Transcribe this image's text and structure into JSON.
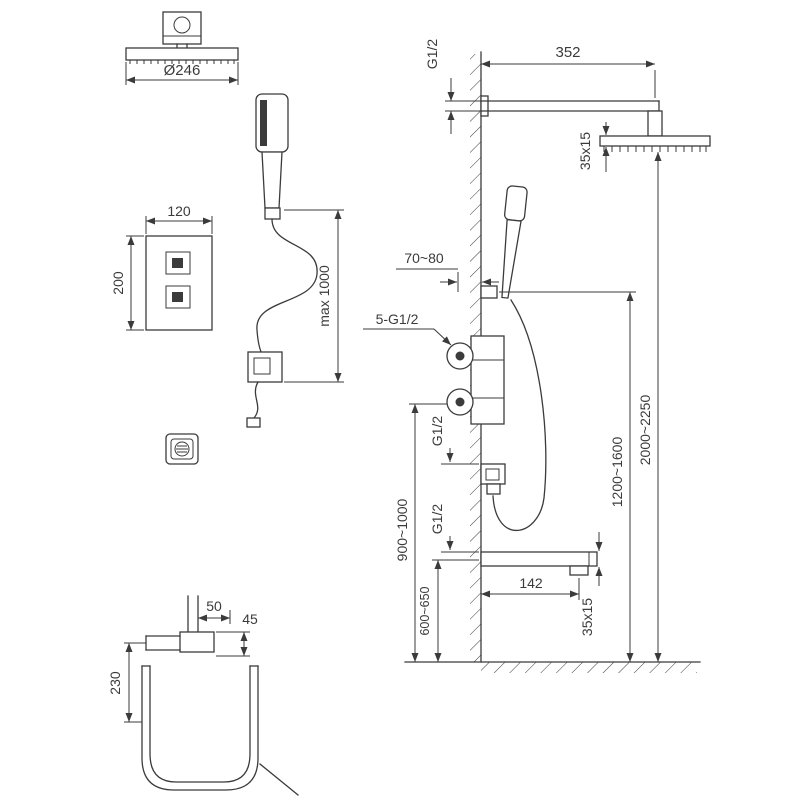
{
  "drawing": {
    "type": "shower-system-installation-technical-drawing",
    "colors": {
      "line": "#3b3b3b",
      "text": "#3b3b3b",
      "background": "#ffffff"
    }
  },
  "labels": {
    "overhead_diameter": "Ø246",
    "panel_width": "120",
    "panel_height": "200",
    "hose_max_length": "max 1000",
    "arm_thread": "G1/2",
    "arm_length": "352",
    "head_profile": "35x15",
    "rail_offset": "70~80",
    "valve_inlets": "5-G1/2",
    "outlet_thread_mid": "G1/2",
    "outlet_thread_low": "G1/2",
    "handshower_height": "1200~1600",
    "overall_height": "2000~2250",
    "valve_height": "900~1000",
    "spout_height": "600~650",
    "spout_reach": "142",
    "spout_profile": "35x15",
    "tub_height": "230",
    "tub_offset_a": "50",
    "tub_offset_b": "45"
  }
}
